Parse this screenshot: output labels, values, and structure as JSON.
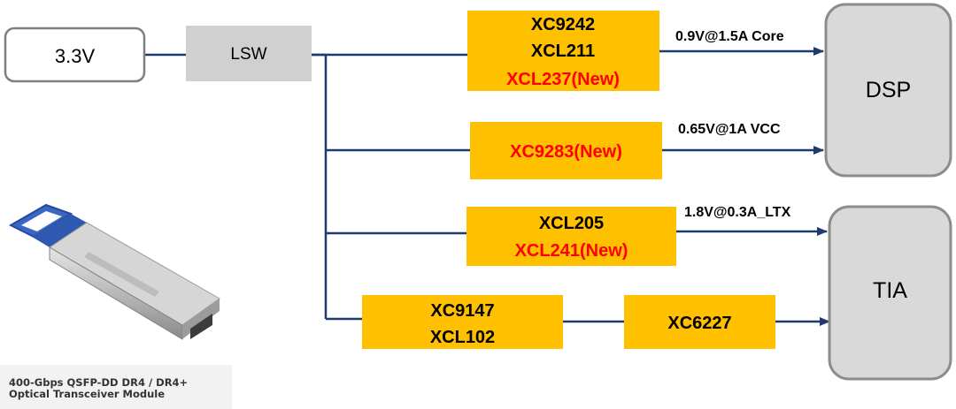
{
  "colors": {
    "wire": "#1f3a6e",
    "chip_fill": "#ffc000",
    "lsw_fill": "#d0d0d0",
    "block_fill": "#d9d9d9",
    "new_text": "#ff0000",
    "text": "#000000"
  },
  "source": {
    "label": "3.3V"
  },
  "switch": {
    "label": "LSW"
  },
  "chips": {
    "core": {
      "lines": [
        "XC9242",
        "XCL211"
      ],
      "new_line": "XCL237(New)"
    },
    "vcc": {
      "new_line": "XC9283(New)"
    },
    "ltx": {
      "lines": [
        "XCL205"
      ],
      "new_line": "XCL241(New)"
    },
    "tia_stage1": {
      "lines": [
        "XC9147",
        "XCL102"
      ]
    },
    "tia_stage2": {
      "lines": [
        "XC6227"
      ]
    }
  },
  "rails": {
    "core": "0.9V@1.5A Core",
    "vcc": "0.65V@1A VCC",
    "ltx": "1.8V@0.3A_LTX"
  },
  "loads": {
    "dsp": "DSP",
    "tia": "TIA"
  },
  "product": {
    "caption_line1": "400-Gbps QSFP-DD DR4 / DR4+",
    "caption_line2": "Optical Transceiver Module"
  }
}
